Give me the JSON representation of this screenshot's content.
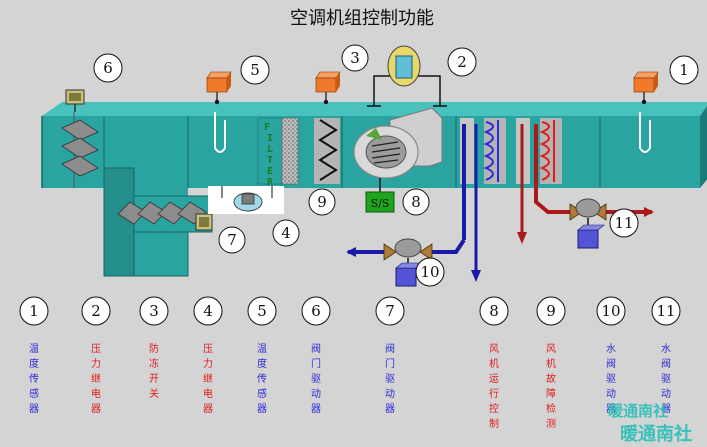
{
  "title": "空调机组控制功能",
  "filter_text": "FILTER",
  "ss_label": "S/S",
  "callout_numbers": [
    "1",
    "2",
    "3",
    "4",
    "5",
    "6",
    "7",
    "8",
    "9",
    "10",
    "11"
  ],
  "legend": [
    {
      "num": "1",
      "text": "温度传感器",
      "color": "#2b2bd9"
    },
    {
      "num": "2",
      "text": "压力继电器",
      "color": "#e01b1b"
    },
    {
      "num": "3",
      "text": "防冻开关",
      "color": "#e01b1b"
    },
    {
      "num": "4",
      "text": "压力继电器",
      "color": "#e01b1b"
    },
    {
      "num": "5",
      "text": "温度传感器",
      "color": "#2b2bd9"
    },
    {
      "num": "6",
      "text": "阀门驱动器",
      "color": "#2b2bd9"
    },
    {
      "num": "7",
      "text": "阀门驱动器",
      "color": "#2b2bd9"
    },
    {
      "num": "8",
      "text": "风机运行控制",
      "color": "#e01b1b"
    },
    {
      "num": "9",
      "text": "风机故障检测",
      "color": "#e01b1b"
    },
    {
      "num": "10",
      "text": "水阀驱动器",
      "color": "#2b2bd9"
    },
    {
      "num": "11",
      "text": "水阀驱动器",
      "color": "#2b2bd9"
    }
  ],
  "watermark": [
    "暖通南社",
    "暖通南社"
  ],
  "colors": {
    "duct": "#2aa4a0",
    "duct_dark": "#1b7c79",
    "duct_top": "#49c2bd",
    "sensor": "#f07a2a",
    "valve_cold": "#1a1aa8",
    "valve_hot": "#aa1a1a",
    "callout_bg": "#ffffff",
    "watermark": "#2ac0b8"
  }
}
